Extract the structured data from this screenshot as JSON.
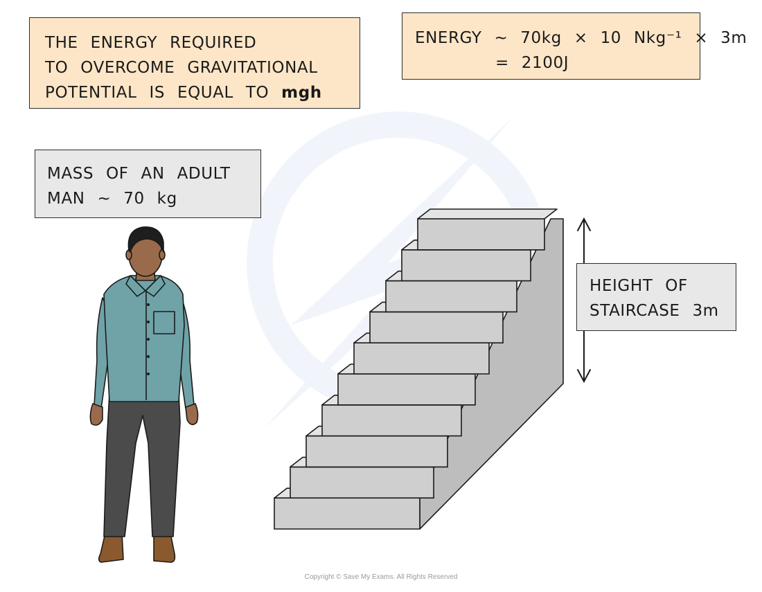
{
  "boxes": {
    "gpe": {
      "line1": "THE ENERGY REQUIRED",
      "line2": "TO OVERCOME GRAVITATIONAL",
      "line3_text": "POTENTIAL IS EQUAL TO",
      "line3_bold": "mgh"
    },
    "energy": {
      "label": "ENERGY",
      "approx": "∼",
      "expression": "70kg × 10 Nkg⁻¹ × 3m",
      "result": "= 2100J"
    },
    "mass": {
      "line1": "MASS OF AN ADULT",
      "line2": "MAN ∼ 70 kg"
    },
    "height": {
      "line1": "HEIGHT OF",
      "line2": "STAIRCASE 3m"
    }
  },
  "colors": {
    "peach_box": "#fde6c7",
    "grey_box": "#e8e8e8",
    "stair_top": "#e4e4e4",
    "stair_front": "#cfcfcf",
    "stair_side": "#bdbdbd",
    "shirt": "#6fa3a8",
    "trousers": "#4b4b4b",
    "skin": "#9a6b4b",
    "hair": "#1e1e1e",
    "shoes": "#8a5a2e",
    "outline": "#1a1a1a"
  },
  "icons": [
    "man-figure",
    "staircase",
    "height-arrow",
    "watermark-logo"
  ],
  "footer": {
    "copyright": "Copyright © Save My Exams. All Rights Reserved"
  }
}
